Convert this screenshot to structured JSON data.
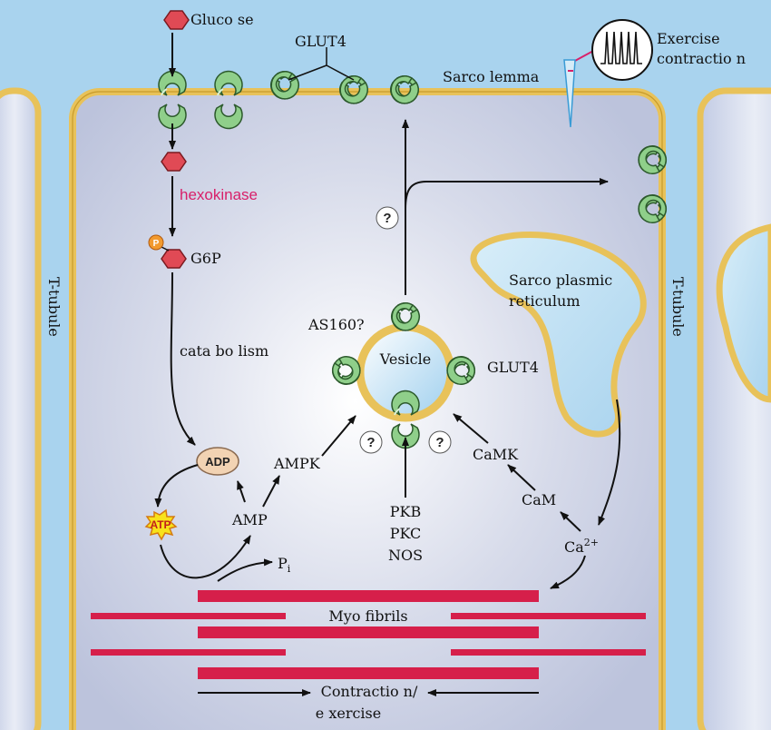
{
  "colors": {
    "extracellular": "#a9d3ee",
    "membrane_gold": "#e8c25a",
    "myofibril": "#d61f4a",
    "glut4_green": "#8fcf8a",
    "glucose_red": "#e04a55",
    "enzyme_text": "#d8206a"
  },
  "labels": {
    "glucose": "Gluco se",
    "glut4_top": "GLUT4",
    "sarcolemma": "Sarco lemma",
    "exercise_line1": "Exercise",
    "exercise_line2": "contractio n",
    "hexokinase": "hexokinase",
    "phosphate_badge": "P",
    "g6p": "G6P",
    "catabolism": "cata bo lism",
    "t_tubule": "T-tubule",
    "sr_line1": "Sarco plasmic",
    "sr_line2": "reticulum",
    "as160": "AS160?",
    "vesicle": "Vesicle",
    "glut4_vesicle": "GLUT4",
    "question": "?",
    "adp": "ADP",
    "atp": "ATP",
    "amp": "AMP",
    "ampk": "AMPK",
    "pi": "P",
    "pi_sub": "i",
    "pkb": "PKB",
    "pkc": "PKC",
    "nos": "NOS",
    "camk": "CaMK",
    "cam": "CaM",
    "ca": "Ca",
    "ca_sup": "2+",
    "myofibrils": "Myo fibrils",
    "contraction_line1": "Contractio n/",
    "contraction_line2": "e xercise"
  }
}
